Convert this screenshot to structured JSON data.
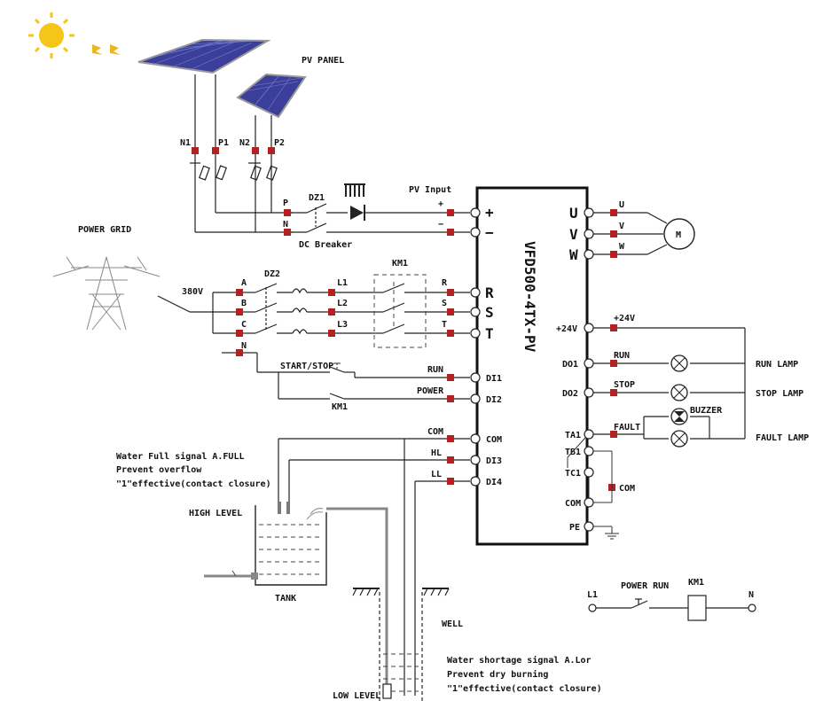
{
  "title": "PV PANEL",
  "pv": {
    "n1": "N1",
    "p1": "P1",
    "n2": "N2",
    "p2": "P2",
    "p": "P",
    "n": "N",
    "dz1": "DZ1",
    "pv_input": "PV Input",
    "plus": "+",
    "minus": "−",
    "breaker": "DC Breaker"
  },
  "grid": {
    "label": "POWER GRID",
    "voltage": "380V",
    "dz2": "DZ2",
    "km1": "KM1",
    "a": "A",
    "b": "B",
    "c": "C",
    "n": "N",
    "l1": "L1",
    "l2": "L2",
    "l3": "L3",
    "r": "R",
    "s": "S",
    "t": "T"
  },
  "vfd": {
    "model": "VFD500-4TX-PV",
    "left": {
      "plus": "+",
      "minus": "−",
      "r": "R",
      "s": "S",
      "t": "T",
      "di1": "DI1",
      "di2": "DI2",
      "com": "COM",
      "di3": "DI3",
      "di4": "DI4"
    },
    "right": {
      "u": "U",
      "v": "V",
      "w": "W",
      "p24": "+24V",
      "do1": "DO1",
      "do2": "DO2",
      "ta1": "TA1",
      "tb1": "TB1",
      "tc1": "TC1",
      "com": "COM",
      "pe": "PE"
    }
  },
  "control": {
    "start_stop": "START/STOP",
    "km1": "KM1",
    "run": "RUN",
    "power": "POWER",
    "com": "COM",
    "hl": "HL",
    "ll": "LL"
  },
  "motor": {
    "u": "U",
    "v": "V",
    "w": "W",
    "m": "M"
  },
  "outputs": {
    "p24": "+24V",
    "run": "RUN",
    "stop": "STOP",
    "fault": "FAULT",
    "buzzer": "BUZZER",
    "run_lamp": "RUN LAMP",
    "stop_lamp": "STOP LAMP",
    "fault_lamp": "FAULT LAMP",
    "com": "COM"
  },
  "notes": {
    "full_1": "Water Full signal A.FULL",
    "full_2": "Prevent overflow",
    "full_3": "\"1\"effective(contact closure)",
    "high_level": "HIGH LEVEL",
    "tank": "TANK",
    "well": "WELL",
    "short_1": "Water shortage signal A.Lor",
    "short_2": "Prevent dry burning",
    "short_3": "\"1\"effective(contact closure)",
    "low_level": "LOW LEVEL"
  },
  "km1_coil": {
    "l1": "L1",
    "power_run": "POWER RUN",
    "km1": "KM1",
    "n": "N"
  },
  "colors": {
    "terminal": "#b22222",
    "panel": "#3c3f9a",
    "sun": "#f5c518"
  }
}
